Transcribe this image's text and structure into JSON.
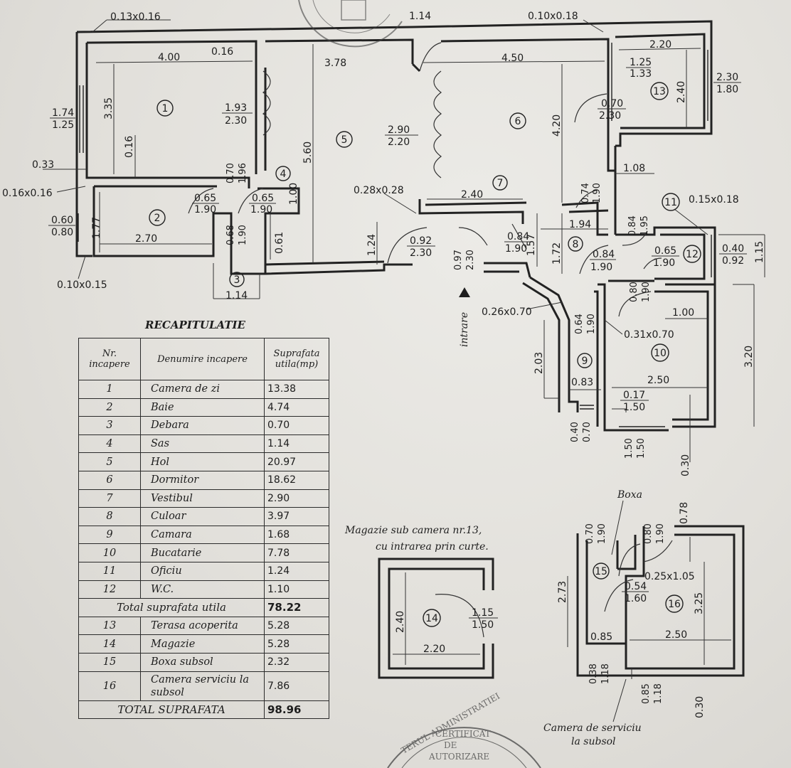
{
  "recap": {
    "title": "RECAPITULATIE",
    "headers": {
      "nr": "Nr. incapere",
      "name": "Denumire incapere",
      "area": "Suprafata utila(mp)"
    },
    "rows": [
      {
        "nr": "1",
        "name": "Camera de zi",
        "area": "13.38"
      },
      {
        "nr": "2",
        "name": "Baie",
        "area": "4.74"
      },
      {
        "nr": "3",
        "name": "Debara",
        "area": "0.70"
      },
      {
        "nr": "4",
        "name": "Sas",
        "area": "1.14"
      },
      {
        "nr": "5",
        "name": "Hol",
        "area": "20.97"
      },
      {
        "nr": "6",
        "name": "Dormitor",
        "area": "18.62"
      },
      {
        "nr": "7",
        "name": "Vestibul",
        "area": "2.90"
      },
      {
        "nr": "8",
        "name": "Culoar",
        "area": "3.97"
      },
      {
        "nr": "9",
        "name": "Camara",
        "area": "1.68"
      },
      {
        "nr": "10",
        "name": "Bucatarie",
        "area": "7.78"
      },
      {
        "nr": "11",
        "name": "Oficiu",
        "area": "1.24"
      },
      {
        "nr": "12",
        "name": "W.C.",
        "area": "1.10"
      }
    ],
    "total_useful": {
      "label": "Total suprafata utila",
      "area": "78.22"
    },
    "extra_rows": [
      {
        "nr": "13",
        "name": "Terasa acoperita",
        "area": "5.28"
      },
      {
        "nr": "14",
        "name": "Magazie",
        "area": "5.28"
      },
      {
        "nr": "15",
        "name": "Boxa subsol",
        "area": "2.32"
      },
      {
        "nr": "16",
        "name": "Camera serviciu la subsol",
        "area": "7.86"
      }
    ],
    "grand_total": {
      "label": "TOTAL SUPRAFATA",
      "area": "98.96"
    }
  },
  "plan": {
    "room_numbers": [
      "1",
      "2",
      "3",
      "4",
      "5",
      "6",
      "7",
      "8",
      "9",
      "10",
      "11",
      "12",
      "13",
      "14",
      "15",
      "16"
    ],
    "dims": {
      "d_013x016": "0.13x0.16",
      "d_010x018": "0.10x0.18",
      "d_114_top": "1.14",
      "d_400": "4.00",
      "d_016a": "0.16",
      "d_378": "3.78",
      "d_450": "4.50",
      "d_220_top": "2.20",
      "d_125": "1.25",
      "d_133": "1.33",
      "d_240_13": "2.40",
      "d_230": "2.30",
      "d_180": "1.80",
      "d_335": "3.35",
      "d_174": "1.74",
      "d_125b": "1.25",
      "d_193": "1.93",
      "d_230b": "2.30",
      "d_016b": "0.16",
      "d_560": "5.60",
      "d_290": "2.90",
      "d_220b": "2.20",
      "d_420": "4.20",
      "d_070c": "0.70",
      "d_230c": "2.30",
      "d_033": "0.33",
      "d_016x016": "0.16x0.16",
      "d_070a": "0.70",
      "d_196": "1.96",
      "d_065a": "0.65",
      "d_190a": "1.90",
      "d_065b": "0.65",
      "d_190b": "1.90",
      "d_100a": "1.00",
      "d_028x028": "0.28x0.28",
      "d_240_7": "2.40",
      "d_108": "1.08",
      "d_074": "0.74",
      "d_190c": "1.90",
      "d_015x018": "0.15x0.18",
      "d_060": "0.60",
      "d_080": "0.80",
      "d_177": "1.77",
      "d_270": "2.70",
      "d_068": "0.68",
      "d_190d": "1.90",
      "d_061": "0.61",
      "d_124": "1.24",
      "d_092": "0.92",
      "d_230d": "2.30",
      "d_084a": "0.84",
      "d_190e": "1.90",
      "d_157": "1.57",
      "d_172": "1.72",
      "d_194": "1.94",
      "d_084b": "0.84",
      "d_195": "1.95",
      "d_084c": "0.84",
      "d_190f": "1.90",
      "d_065c": "0.65",
      "d_190g": "1.90",
      "d_040": "0.40",
      "d_092b": "0.92",
      "d_115": "1.15",
      "d_010x015": "0.10x0.15",
      "d_114_b": "1.14",
      "d_097": "0.97",
      "d_230e": "2.30",
      "d_080b": "0.80",
      "d_190h": "1.90",
      "d_100b": "1.00",
      "d_320": "3.20",
      "d_026x070": "0.26x0.70",
      "d_064": "0.64",
      "d_190i": "1.90",
      "d_031x070": "0.31x0.70",
      "d_203": "2.03",
      "d_083": "0.83",
      "d_250a": "2.50",
      "d_017": "0.17",
      "d_150a": "1.50",
      "d_040b": "0.40",
      "d_070b": "0.70",
      "d_150b": "1.50",
      "d_150c": "1.50",
      "d_030a": "0.30",
      "d_240_14": "2.40",
      "d_220_14": "2.20",
      "d_115b": "1.15",
      "d_150d": "1.50",
      "d_070d": "0.70",
      "d_190j": "1.90",
      "d_080c": "0.80",
      "d_190k": "1.90",
      "d_078": "0.78",
      "d_273": "2.73",
      "d_025x105": "0.25x1.05",
      "d_054": "0.54",
      "d_160": "1.60",
      "d_325": "3.25",
      "d_085a": "0.85",
      "d_250b": "2.50",
      "d_038": "0.38",
      "d_118a": "1.18",
      "d_085b": "0.85",
      "d_118b": "1.18",
      "d_030b": "0.30"
    },
    "entrance_label": "intrare",
    "storage_caption_1": "Magazie sub camera nr.13,",
    "storage_caption_2": "cu intrarea prin curte.",
    "boxa_label": "Boxa",
    "service_caption_1": "Camera de serviciu",
    "service_caption_2": "la subsol",
    "stamp_text": "TERUL ADMINISTRATIEI",
    "stamp_sub_1": "CERTIFICAT",
    "stamp_sub_2": "DE",
    "stamp_sub_3": "AUTORIZARE"
  }
}
